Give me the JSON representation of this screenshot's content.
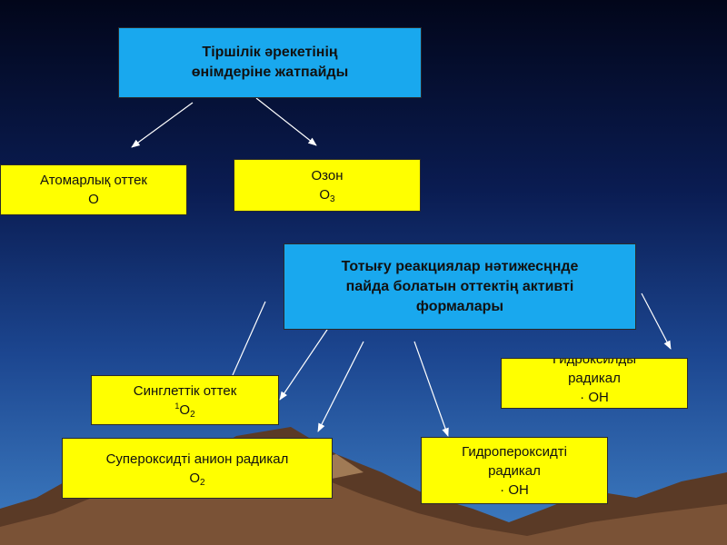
{
  "diagram": {
    "top_box": {
      "lines": [
        "Тіршілік әрекетінің",
        "өнімдеріне жатпайды"
      ]
    },
    "atomic_oxygen": {
      "line1": "Атомарлық оттек",
      "symbol": "O"
    },
    "ozone": {
      "line1": "Озон",
      "symbol": "O",
      "sub": "3"
    },
    "middle_box": {
      "lines": [
        "Тотығу реакциялар нәтижесңнде",
        "пайда болатын оттектің активті",
        "формалары"
      ]
    },
    "singlet_oxygen": {
      "line1": "Синглеттік оттек",
      "sup": "1",
      "symbol": "O",
      "sub": "2"
    },
    "superoxide": {
      "line1": "Супероксидті анион радикал",
      "symbol": "O",
      "sub": "2"
    },
    "hydroperoxide": {
      "line1": "Гидропероксидті",
      "line2": "радикал",
      "line3": "· OH"
    },
    "hydroxyl": {
      "line1": "Гидроксилды",
      "line2": "радикал",
      "line3": "· OH"
    }
  },
  "colors": {
    "blue_box": "#19a8ee",
    "yellow_box": "#ffff00",
    "arrow": "#ffffff"
  }
}
